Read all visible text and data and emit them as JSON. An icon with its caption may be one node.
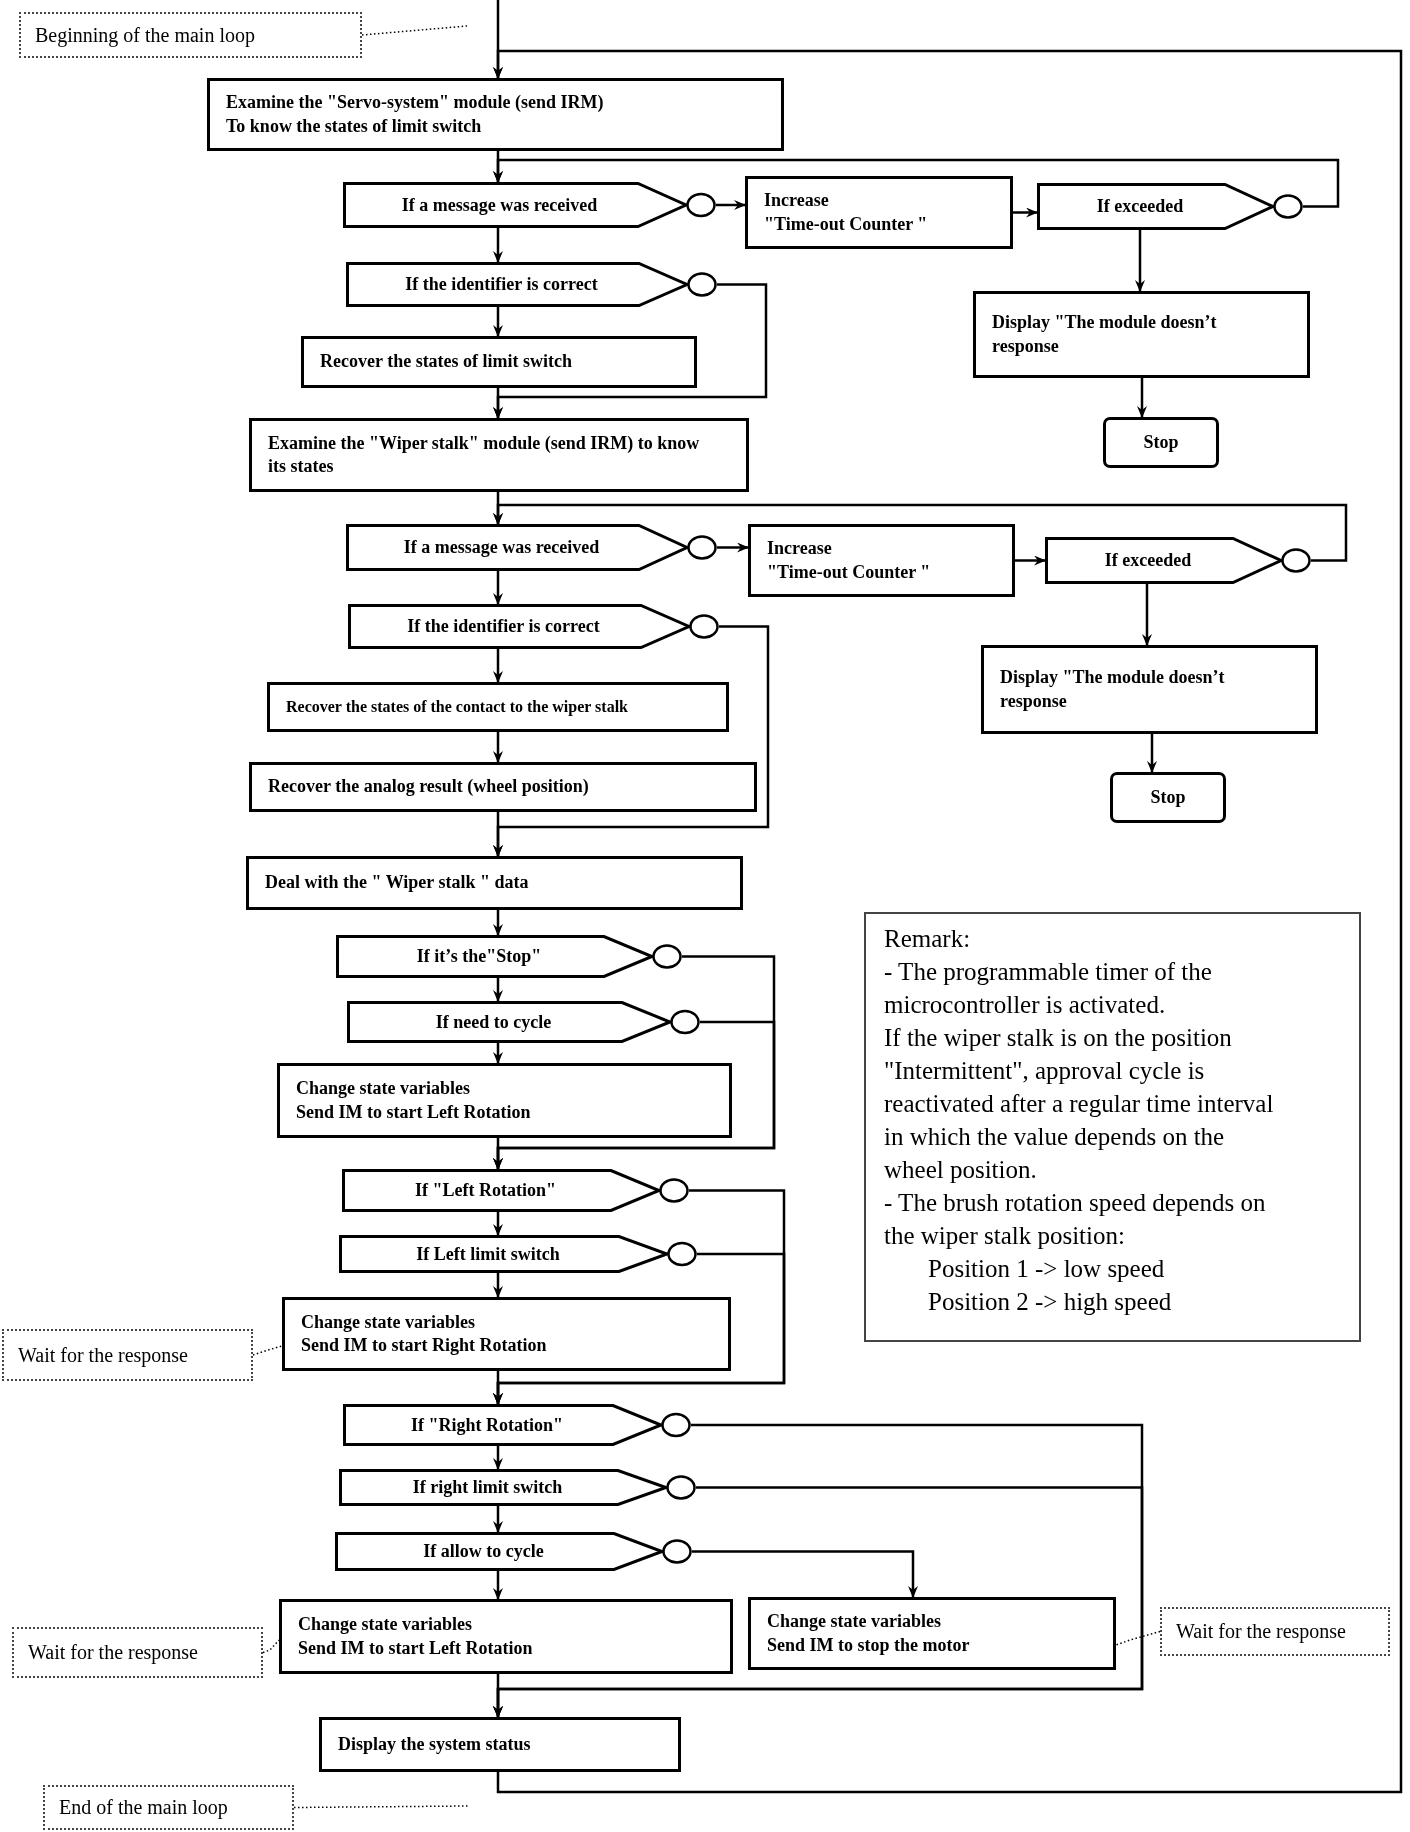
{
  "diagram": {
    "nodes": [
      {
        "text": [
          "Beginning of the main loop"
        ]
      },
      {
        "text": [
          "Examine the \"Servo-system\" module (send IRM)",
          "To know the states of limit switch"
        ]
      },
      {
        "text": [
          "If a message was received"
        ]
      },
      {
        "text": [
          "Increase",
          "\"Time-out Counter \""
        ]
      },
      {
        "text": [
          "If exceeded"
        ]
      },
      {
        "text": [
          "Display \"The module doesn’t response"
        ]
      },
      {
        "text": [
          "Stop"
        ]
      },
      {
        "text": [
          "If the identifier is correct"
        ]
      },
      {
        "text": [
          "Recover the states of limit switch"
        ]
      },
      {
        "text": [
          "Examine the \"Wiper stalk\" module (send IRM) to know its states"
        ]
      },
      {
        "text": [
          "If a message was received"
        ]
      },
      {
        "text": [
          "Increase",
          "\"Time-out Counter \""
        ]
      },
      {
        "text": [
          "If exceeded"
        ]
      },
      {
        "text": [
          "Display \"The module doesn’t response"
        ]
      },
      {
        "text": [
          "Stop"
        ]
      },
      {
        "text": [
          "If the identifier is correct"
        ]
      },
      {
        "text": [
          "Recover the states of the contact to the wiper stalk"
        ]
      },
      {
        "text": [
          "Recover the analog result (wheel position)"
        ]
      },
      {
        "text": [
          "Deal with the \" Wiper stalk \" data"
        ]
      },
      {
        "text": [
          "If it’s the\"Stop\""
        ]
      },
      {
        "text": [
          "If need to cycle"
        ]
      },
      {
        "text": [
          "Change state variables",
          "Send IM to start Left Rotation"
        ]
      },
      {
        "text": [
          "Remark:",
          "- The programmable timer of the microcontroller is activated.",
          "If the wiper stalk is on the position \"Intermittent\", approval cycle is reactivated after a regular time interval in which the value depends on the wheel position.",
          "- The brush rotation speed depends on the wiper stalk position:",
          "Position 1 -> low speed",
          "Position 2 -> high speed"
        ]
      },
      {
        "text": [
          "If \"Left Rotation\""
        ]
      },
      {
        "text": [
          "If Left limit switch"
        ]
      },
      {
        "text": [
          "Wait for the response"
        ]
      },
      {
        "text": [
          "Change state variables",
          "Send IM to start Right Rotation"
        ]
      },
      {
        "text": [
          "If \"Right Rotation\""
        ]
      },
      {
        "text": [
          "If right limit switch"
        ]
      },
      {
        "text": [
          "If allow to cycle"
        ]
      },
      {
        "text": [
          "Wait for the response"
        ]
      },
      {
        "text": [
          "Change state variables",
          "Send IM to start Left Rotation"
        ]
      },
      {
        "text": [
          "Change state variables",
          "Send IM to stop the motor"
        ]
      },
      {
        "text": [
          "Wait for the response"
        ]
      },
      {
        "text": [
          "Display the system status"
        ]
      },
      {
        "text": [
          "End of the main loop"
        ]
      }
    ],
    "edges": [
      {
        "from": null,
        "to": 1,
        "arrow": "to"
      },
      {
        "from": 1,
        "to": 2,
        "arrow": "to"
      },
      {
        "from": 2,
        "to": 3,
        "arrow": "to"
      },
      {
        "from": 2,
        "to": 7,
        "arrow": "to"
      },
      {
        "from": 3,
        "to": 4,
        "arrow": "to"
      },
      {
        "from": 4,
        "to": 5,
        "arrow": "to"
      },
      {
        "from": 4,
        "to": 2,
        "arrow": "to"
      },
      {
        "from": 5,
        "to": 6,
        "arrow": "to"
      },
      {
        "from": 7,
        "to": 8,
        "arrow": "to"
      },
      {
        "from": 7,
        "to": 9,
        "arrow": "to"
      },
      {
        "from": 8,
        "to": 9,
        "arrow": "to"
      },
      {
        "from": 9,
        "to": 10,
        "arrow": "to"
      },
      {
        "from": 10,
        "to": 11,
        "arrow": "to"
      },
      {
        "from": 10,
        "to": 15,
        "arrow": "to"
      },
      {
        "from": 11,
        "to": 12,
        "arrow": "to"
      },
      {
        "from": 12,
        "to": 13,
        "arrow": "to"
      },
      {
        "from": 12,
        "to": 10,
        "arrow": "to"
      },
      {
        "from": 13,
        "to": 14,
        "arrow": "to"
      },
      {
        "from": 15,
        "to": 16,
        "arrow": "to"
      },
      {
        "from": 15,
        "to": 18,
        "arrow": "to"
      },
      {
        "from": 16,
        "to": 17,
        "arrow": "to"
      },
      {
        "from": 17,
        "to": 18,
        "arrow": "to"
      },
      {
        "from": 18,
        "to": 19,
        "arrow": "to"
      },
      {
        "from": 19,
        "to": 20,
        "arrow": "to"
      },
      {
        "from": 19,
        "to": 23,
        "arrow": "to"
      },
      {
        "from": 20,
        "to": 21,
        "arrow": "to"
      },
      {
        "from": 20,
        "to": 23,
        "arrow": "to"
      },
      {
        "from": 21,
        "to": 23,
        "arrow": "to"
      },
      {
        "from": 23,
        "to": 24,
        "arrow": "to"
      },
      {
        "from": 23,
        "to": 27,
        "arrow": "to"
      },
      {
        "from": 24,
        "to": 27,
        "arrow": "to"
      },
      {
        "from": 24,
        "to": 26,
        "arrow": "to"
      },
      {
        "from": 26,
        "to": 27,
        "arrow": "to"
      },
      {
        "from": 25,
        "to": 26,
        "arrow": "none",
        "style": "dashed"
      },
      {
        "from": 27,
        "to": 28,
        "arrow": "to"
      },
      {
        "from": 27,
        "to": 34,
        "arrow": "to"
      },
      {
        "from": 28,
        "to": 29,
        "arrow": "to"
      },
      {
        "from": 28,
        "to": 34,
        "arrow": "to"
      },
      {
        "from": 29,
        "to": 31,
        "arrow": "to"
      },
      {
        "from": 29,
        "to": 32,
        "arrow": "to"
      },
      {
        "from": 30,
        "to": 31,
        "arrow": "none",
        "style": "dashed"
      },
      {
        "from": 33,
        "to": 32,
        "arrow": "none",
        "style": "dashed"
      },
      {
        "from": 31,
        "to": 34,
        "arrow": "to"
      },
      {
        "from": 34,
        "to": 1,
        "arrow": "to"
      },
      {
        "from": 0,
        "to": null,
        "arrow": "none",
        "style": "dashed"
      },
      {
        "from": 35,
        "to": null,
        "arrow": "none",
        "style": "dashed"
      }
    ]
  }
}
